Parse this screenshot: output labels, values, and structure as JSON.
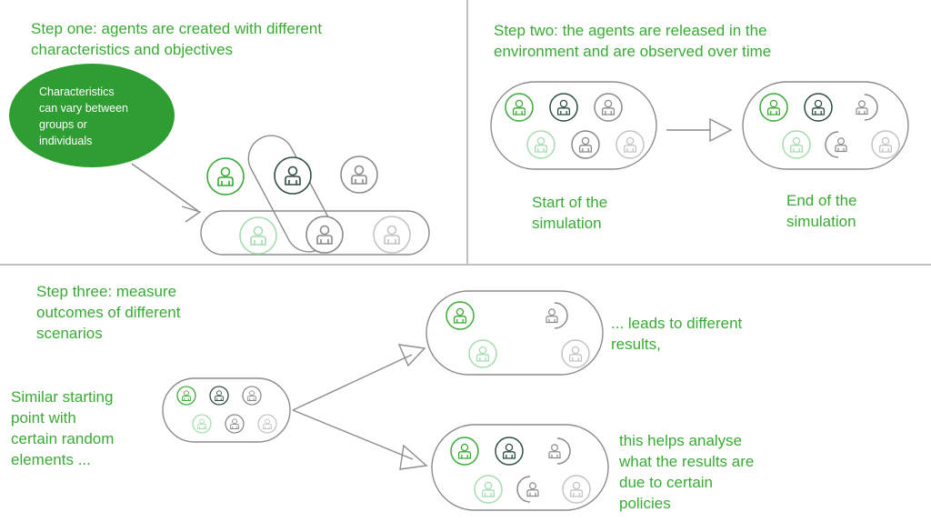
{
  "step1": {
    "title": "Step one: agents are created with different\ncharacteristics and objectives",
    "bubble": "Characteristics\ncan vary between\ngroups or\nindividuals"
  },
  "step2": {
    "title": "Step two: the agents are released in the\nenvironment and are observed over time",
    "start_label": "Start of the\nsimulation",
    "end_label": "End of the\nsimulation"
  },
  "step3": {
    "title": "Step three: measure\noutcomes of different\nscenarios",
    "start_label": "Similar starting\npoint with\ncertain random\nelements ...",
    "result_a": "... leads to different\nresults,",
    "result_b": "this helps analyse\nwhat the results are\ndue to certain\npolicies"
  },
  "colors": {
    "green": "#3aaa35",
    "bubble_fill": "#2e9e33",
    "dark": "#2f4f3f",
    "light_green": "#a6dcb0",
    "grey": "#8a8a8a",
    "light_grey": "#c4c4c4",
    "outline": "#8c8c8c",
    "divider": "#9a9a9a"
  }
}
